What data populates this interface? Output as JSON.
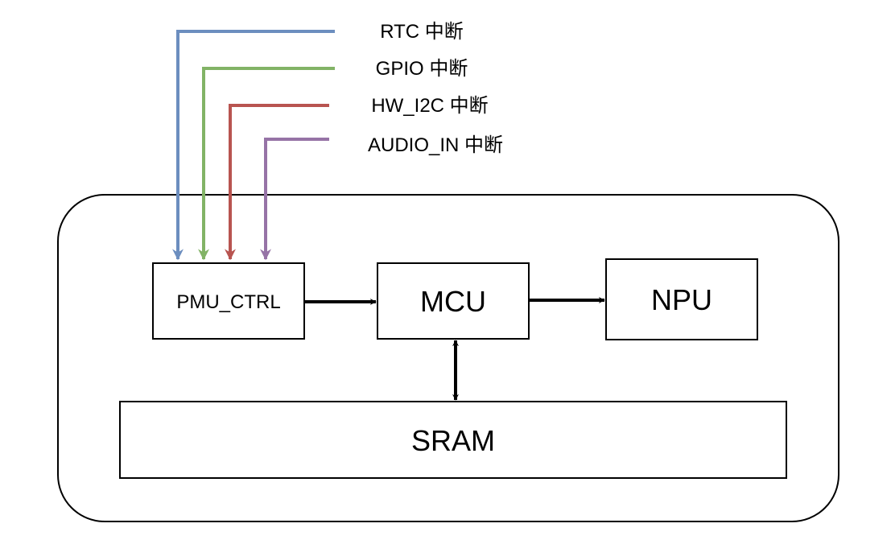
{
  "colors": {
    "rtc": "#6c8ebf",
    "gpio": "#82b366",
    "hw_i2c": "#b85450",
    "audio_in": "#9673a6",
    "stroke": "#000000",
    "background": "#ffffff"
  },
  "signals": [
    {
      "id": "rtc",
      "label": "RTC 中断"
    },
    {
      "id": "gpio",
      "label": "GPIO 中断"
    },
    {
      "id": "hw_i2c",
      "label": "HW_I2C 中断"
    },
    {
      "id": "audio_in",
      "label": "AUDIO_IN 中断"
    }
  ],
  "blocks": {
    "pmu_ctrl": "PMU_CTRL",
    "mcu": "MCU",
    "npu": "NPU",
    "sram": "SRAM"
  }
}
